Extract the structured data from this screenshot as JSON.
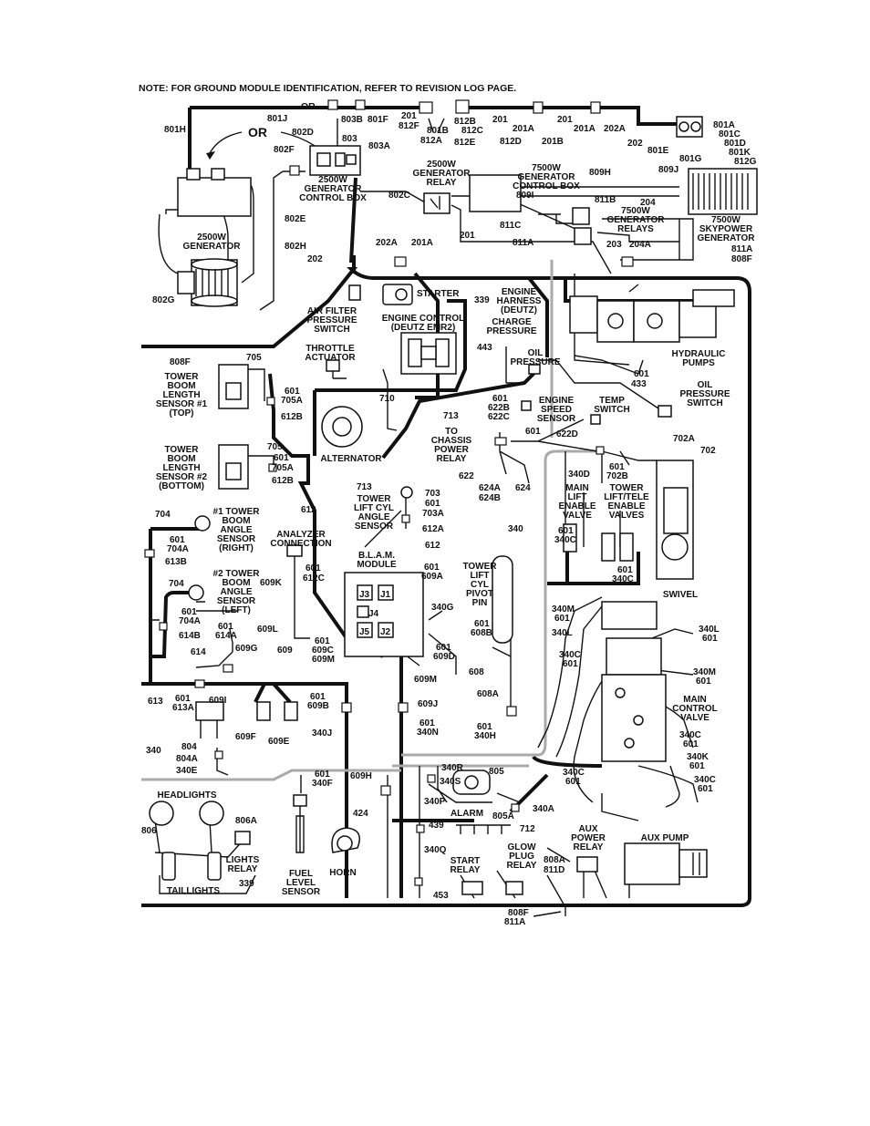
{
  "note": "NOTE:  FOR GROUND MODULE IDENTIFICATION, REFER TO REVISION LOG PAGE.",
  "or_top": "OR",
  "or_big": "OR",
  "components": {
    "gen2500_control_box": [
      "2500W",
      "GENERATOR",
      "CONTROL BOX"
    ],
    "gen2500": [
      "2500W",
      "GENERATOR"
    ],
    "gen2500_relay": [
      "2500W",
      "GENERATOR",
      "RELAY"
    ],
    "gen7500_control_box": [
      "7500W",
      "GENERATOR",
      "CONTROL BOX"
    ],
    "gen7500_relays": [
      "7500W",
      "GENERATOR",
      "RELAYS"
    ],
    "skypower": [
      "7500W",
      "SKYPOWER",
      "GENERATOR"
    ],
    "starter": [
      "STARTER"
    ],
    "engine_harness": [
      "ENGINE",
      "HARNESS",
      "(DEUTZ)"
    ],
    "air_filter": [
      "AIR FILTER",
      "PRESSURE",
      "SWITCH"
    ],
    "engine_control": [
      "ENGINE CONTROL",
      "(DEUTZ EMR2)"
    ],
    "charge_pressure": [
      "CHARGE",
      "PRESSURE"
    ],
    "throttle": [
      "THROTTLE",
      "ACTUATOR"
    ],
    "oil_pressure": [
      "OIL",
      "PRESSURE"
    ],
    "hydraulic_pumps": [
      "HYDRAULIC",
      "PUMPS"
    ],
    "oil_pressure_switch": [
      "OIL",
      "PRESSURE",
      "SWITCH"
    ],
    "tbls1": [
      "TOWER",
      "BOOM",
      "LENGTH",
      "SENSOR #1",
      "(TOP)"
    ],
    "tbls2": [
      "TOWER",
      "BOOM",
      "LENGTH",
      "SENSOR #2",
      "(BOTTOM)"
    ],
    "alternator": [
      "ALTERNATOR"
    ],
    "engine_speed": [
      "ENGINE",
      "SPEED",
      "SENSOR"
    ],
    "temp_switch": [
      "TEMP",
      "SWITCH"
    ],
    "to_chassis": [
      "TO",
      "CHASSIS",
      "POWER",
      "RELAY"
    ],
    "main_lift": [
      "MAIN",
      "LIFT",
      "ENABLE",
      "VALVE"
    ],
    "tower_lift_tele": [
      "TOWER",
      "LIFT/TELE",
      "ENABLE",
      "VALVES"
    ],
    "tlcas": [
      "TOWER",
      "LIFT CYL",
      "ANGLE",
      "SENSOR"
    ],
    "tbas1": [
      "#1 TOWER",
      "BOOM",
      "ANGLE",
      "SENSOR",
      "(RIGHT)"
    ],
    "analyzer": [
      "ANALYZER",
      "CONNECTION"
    ],
    "blam": [
      "B.L.A.M.",
      "MODULE"
    ],
    "tbas2": [
      "#2 TOWER",
      "BOOM",
      "ANGLE",
      "SENSOR",
      "(LEFT)"
    ],
    "pivot_pin": [
      "TOWER",
      "LIFT",
      "CYL",
      "PIVOT",
      "PIN"
    ],
    "swivel": [
      "SWIVEL"
    ],
    "main_control_valve": [
      "MAIN",
      "CONTROL",
      "VALVE"
    ],
    "headlights": [
      "HEADLIGHTS"
    ],
    "lights_relay": [
      "LIGHTS",
      "RELAY"
    ],
    "taillights": [
      "TAILLIGHTS"
    ],
    "fuel_level": [
      "FUEL",
      "LEVEL",
      "SENSOR"
    ],
    "horn": [
      "HORN"
    ],
    "alarm": [
      "ALARM"
    ],
    "start_relay": [
      "START",
      "RELAY"
    ],
    "glow_plug": [
      "GLOW",
      "PLUG",
      "RELAY"
    ],
    "aux_power_relay": [
      "AUX",
      "POWER",
      "RELAY"
    ],
    "aux_pump": [
      "AUX PUMP"
    ]
  },
  "blam_ports": [
    "J3",
    "J1",
    "J4",
    "J5",
    "J2"
  ],
  "wires": {
    "w801J": "801J",
    "w803B": "803B",
    "w801F": "801F",
    "w201a": "201",
    "w812F": "812F",
    "w801B": "801B",
    "w812A": "812A",
    "w812B": "812B",
    "w812C": "812C",
    "w812E": "812E",
    "w201b": "201",
    "w812D": "812D",
    "w201A_t": "201A",
    "w201B_t": "201B",
    "w201c": "201",
    "w201A_t2": "201A",
    "w202A_t": "202A",
    "w801A": "801A",
    "w801C": "801C",
    "w801D": "801D",
    "w801K": "801K",
    "w812G": "812G",
    "w801H": "801H",
    "w802D": "802D",
    "w803": "803",
    "w802F": "802F",
    "w803A": "803A",
    "w202_t": "202",
    "w801E": "801E",
    "w801G": "801G",
    "w809J": "809J",
    "w809H": "809H",
    "w802C": "802C",
    "w809I": "809I",
    "w811B": "811B",
    "w204": "204",
    "w811C": "811C",
    "w811A_t": "811A",
    "w802E": "802E",
    "w202A_m": "202A",
    "w201A_m": "201A",
    "w201_m": "201",
    "w203": "203",
    "w204A": "204A",
    "w802H": "802H",
    "w202_m": "202",
    "w811A_r": "811A",
    "w808F_r": "808F",
    "w802G": "802G",
    "w339": "339",
    "w443": "443",
    "w808F_l": "808F",
    "w705a": "705",
    "w601a": "601",
    "w705A_a": "705A",
    "w612B_a": "612B",
    "w710": "710",
    "w713": "713",
    "w601_ops": "601",
    "w433": "433",
    "w601_622": "601",
    "w622B": "622B",
    "w622C": "622C",
    "w601_es": "601",
    "w622D": "622D",
    "w702A": "702A",
    "w702": "702",
    "w705b": "705",
    "w601b": "601",
    "w705A_b": "705A",
    "w612B_b": "612B",
    "w713b": "713",
    "w622": "622",
    "w624A": "624A",
    "w624B": "624B",
    "w624": "624",
    "w340D": "340D",
    "w601_702": "601",
    "w702B": "702B",
    "w612": "612",
    "w703": "703",
    "w601_703": "601",
    "w703A": "703A",
    "w612A": "612A",
    "w612b2": "612",
    "w340": "340",
    "w601_340C": "601",
    "w340C_a": "340C",
    "w601_340C_b": "601",
    "w340C_b": "340C",
    "w704a": "704",
    "w601_704": "601",
    "w704A": "704A",
    "w613B": "613B",
    "w609K": "609K",
    "w601_612C": "601",
    "w612C": "612C",
    "w601_609A": "601",
    "w609A": "609A",
    "w340G": "340G",
    "w704b": "704",
    "w601_704b": "601",
    "w704A_b": "704A",
    "w614B": "614B",
    "w601_614A": "601",
    "w614A": "614A",
    "w609L": "609L",
    "w614": "614",
    "w609G": "609G",
    "w609": "609",
    "w601_609C": "601",
    "w609C": "609C",
    "w609M_a": "609M",
    "w601_609D": "601",
    "w609D": "609D",
    "w601_608B": "601",
    "w608B": "608B",
    "w608": "608",
    "w608A": "608A",
    "w609M_b": "609M",
    "w613": "613",
    "w601_613A": "601",
    "w613A": "613A",
    "w609I": "609I",
    "w601_609B": "601",
    "w609B": "609B",
    "w609J": "609J",
    "w601_340N": "601",
    "w340N": "340N",
    "w601_340H": "601",
    "w340H": "340H",
    "w609F": "609F",
    "w609E": "609E",
    "w340J": "340J",
    "w340M": "340M",
    "w601_m": "601",
    "w340L": "340L",
    "w340L_r": "340L",
    "w601_l": "601",
    "w340C_c": "340C",
    "w601_c": "601",
    "w340M_r": "340M",
    "w601_mr": "601",
    "w340C_r": "340C",
    "w601_cr": "601",
    "w340K": "340K",
    "w601_k": "601",
    "w340C_d": "340C",
    "w601_d": "601",
    "w340C_e": "340C",
    "w601_e": "601",
    "w804": "804",
    "w804A": "804A",
    "w340E": "340E",
    "w340_l": "340",
    "w601_340F": "601",
    "w340F": "340F",
    "w609H": "609H",
    "w340R": "340R",
    "w340S": "340S",
    "w805": "805",
    "w805A": "805A",
    "w340A": "340A",
    "w424": "424",
    "w340P": "340P",
    "w439": "439",
    "w712": "712",
    "w806A": "806A",
    "w806": "806",
    "w340Q": "340Q",
    "w808A": "808A",
    "w811D": "811D",
    "w339b": "339",
    "w453": "453",
    "w808F_b": "808F",
    "w811A_b": "811A"
  }
}
